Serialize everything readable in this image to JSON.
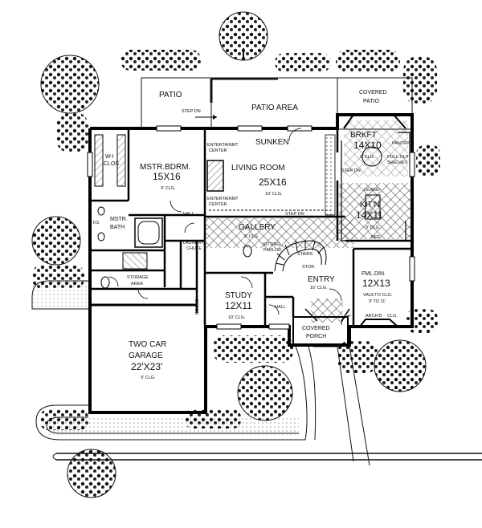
{
  "floorplan": {
    "rooms": [
      {
        "id": "patio",
        "name": "PATIO"
      },
      {
        "id": "patio-area",
        "name": "PATIO AREA"
      },
      {
        "id": "covered-patio",
        "name": "COVERED",
        "name2": "PATIO"
      },
      {
        "id": "master-bedroom",
        "name": "MSTR.BDRM.",
        "dims": "15X16",
        "ceiling": "9' CLG."
      },
      {
        "id": "sunken-living-room",
        "name": "SUNKEN",
        "name2": "LIVING ROOM",
        "dims": "25X16",
        "ceiling": "10' CLG."
      },
      {
        "id": "breakfast",
        "name": "BRKFT",
        "dims": "14X10",
        "ceiling": "9' CLG."
      },
      {
        "id": "kitchen",
        "name": "KIT'N",
        "dims": "14X11",
        "ceiling": "9' CLG."
      },
      {
        "id": "master-bath",
        "name": "MSTR.",
        "name2": "BATH"
      },
      {
        "id": "walk-in-closet",
        "name": "W-I",
        "name2": "CLOS"
      },
      {
        "id": "gallery",
        "name": "GALLERY",
        "ceiling": "9' CLG."
      },
      {
        "id": "study",
        "name": "STUDY",
        "dims": "12X11",
        "ceiling": "10' CLG."
      },
      {
        "id": "entry",
        "name": "ENTRY",
        "ceiling": "16' CLG."
      },
      {
        "id": "formal-dining",
        "name": "FML.DIN.",
        "dims": "12X13",
        "ceiling": "VAULT'D CLG.",
        "ceiling2": "9' TO 11'"
      },
      {
        "id": "covered-porch",
        "name": "COVERED",
        "name2": "PORCH"
      },
      {
        "id": "garage",
        "name": "TWO CAR",
        "name2": "GARAGE",
        "dims": "22'X23'",
        "ceiling": "9' CLG."
      },
      {
        "id": "storage-area",
        "name": "STORAGE",
        "name2": "AREA"
      }
    ],
    "annotations": {
      "step_dn_patio": "STEP DN",
      "step_dn_living": "STEP DN",
      "step_dn_breakfast": "STEP DN",
      "entertainment_center_top": "ENTERTAINMT",
      "entertainment_center_top2": "CENTER",
      "entertainment_center_bottom": "ENTERTAINMT",
      "entertainment_center_bottom2": "CENTER",
      "pantry": "PANTRY",
      "pull_out_shelves": "PULL-OUT",
      "pull_out_shelves2": "SHELVES",
      "island": "ISLAND",
      "ref": "REF.",
      "sitting_parlor": "SITTING",
      "sitting_parlor2": "PARLOR",
      "stairs": "STAIRS",
      "stor": "STOR.",
      "hall_bedroom": "HALL",
      "hall_study": "HALL",
      "laundry_chute": "LAUNDRY",
      "laundry_chute2": "CHUTE",
      "ks": "KS",
      "arched_clg": "ARCH'D",
      "arched_clg2": "CLG.",
      "books": "BOOKS",
      "clg_9_gallery": "9' CLG."
    }
  }
}
